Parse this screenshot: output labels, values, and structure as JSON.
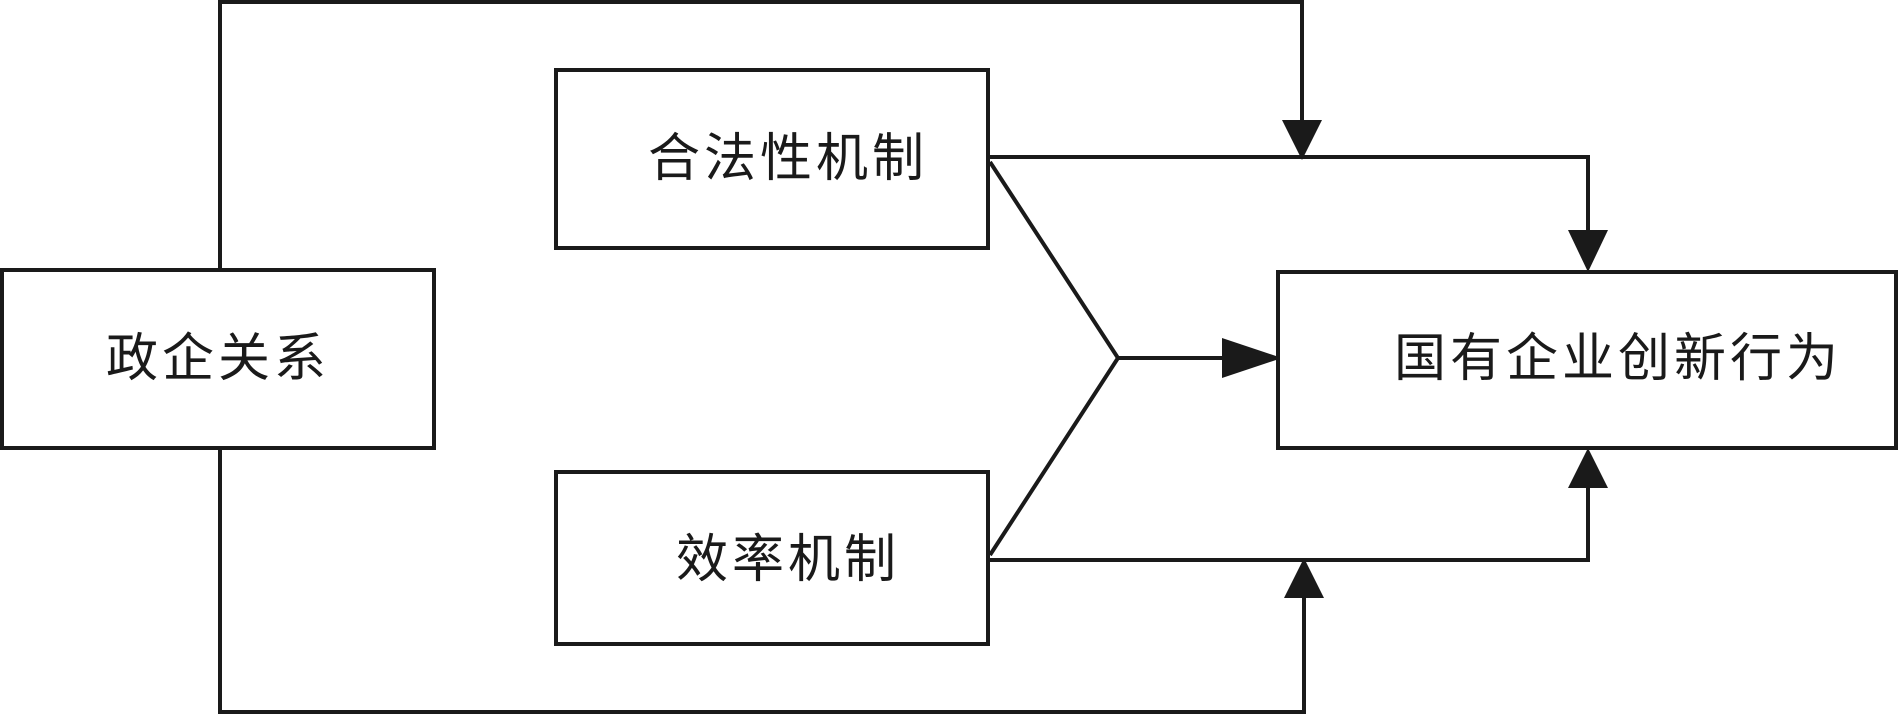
{
  "nodes": {
    "gov_enterprise": {
      "label": "政企关系"
    },
    "legitimacy": {
      "label": "合法性机制"
    },
    "efficiency": {
      "label": "效率机制"
    },
    "soe_innovation": {
      "label": "国有企业创新行为"
    }
  },
  "colors": {
    "stroke": "#1a1a1a",
    "background": "#ffffff"
  }
}
